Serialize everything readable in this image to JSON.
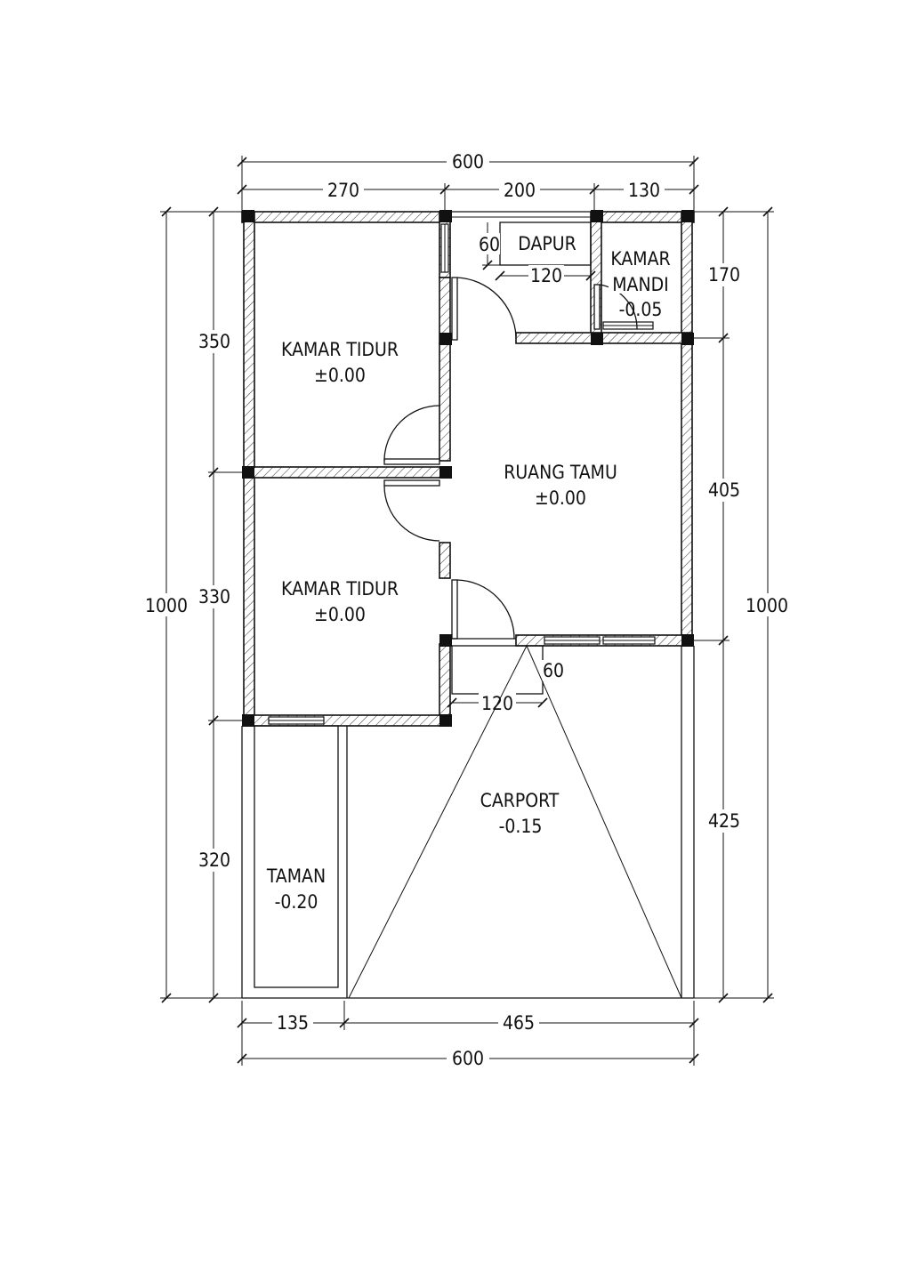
{
  "rooms": {
    "kamar_tidur_1": {
      "name": "KAMAR TIDUR",
      "level": "±0.00"
    },
    "kamar_tidur_2": {
      "name": "KAMAR TIDUR",
      "level": "±0.00"
    },
    "ruang_tamu": {
      "name": "RUANG TAMU",
      "level": "±0.00"
    },
    "dapur": {
      "name": "DAPUR",
      "sink_w": "120",
      "sink_h": "60"
    },
    "kamar_mandi": {
      "name_1": "KAMAR",
      "name_2": "MANDI",
      "level": "-0.05"
    },
    "carport": {
      "name": "CARPORT",
      "level": "-0.15"
    },
    "taman": {
      "name": "TAMAN",
      "level": "-0.20"
    },
    "step": {
      "w": "120",
      "h": "60"
    }
  },
  "dimensions": {
    "top_total": "600",
    "top_segments": [
      "270",
      "200",
      "130"
    ],
    "bottom_total": "600",
    "bottom_segments": [
      "135",
      "465"
    ],
    "left_total": "1000",
    "left_segments": [
      "350",
      "330",
      "320"
    ],
    "right_total": "1000",
    "right_segments": [
      "170",
      "405",
      "425"
    ]
  }
}
